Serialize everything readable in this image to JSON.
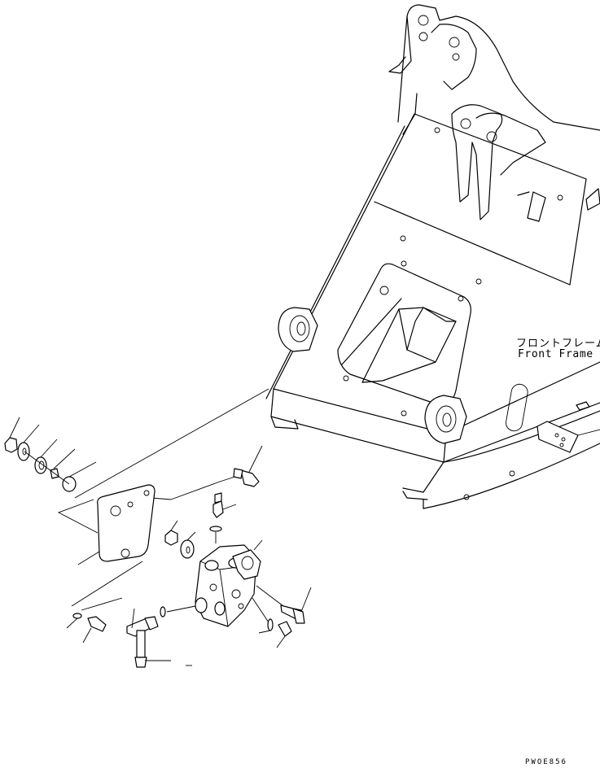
{
  "diagram": {
    "frame_label_jp": "フロントフレーム",
    "frame_label_en": "Front Frame",
    "drawing_code": "PWOE856"
  }
}
